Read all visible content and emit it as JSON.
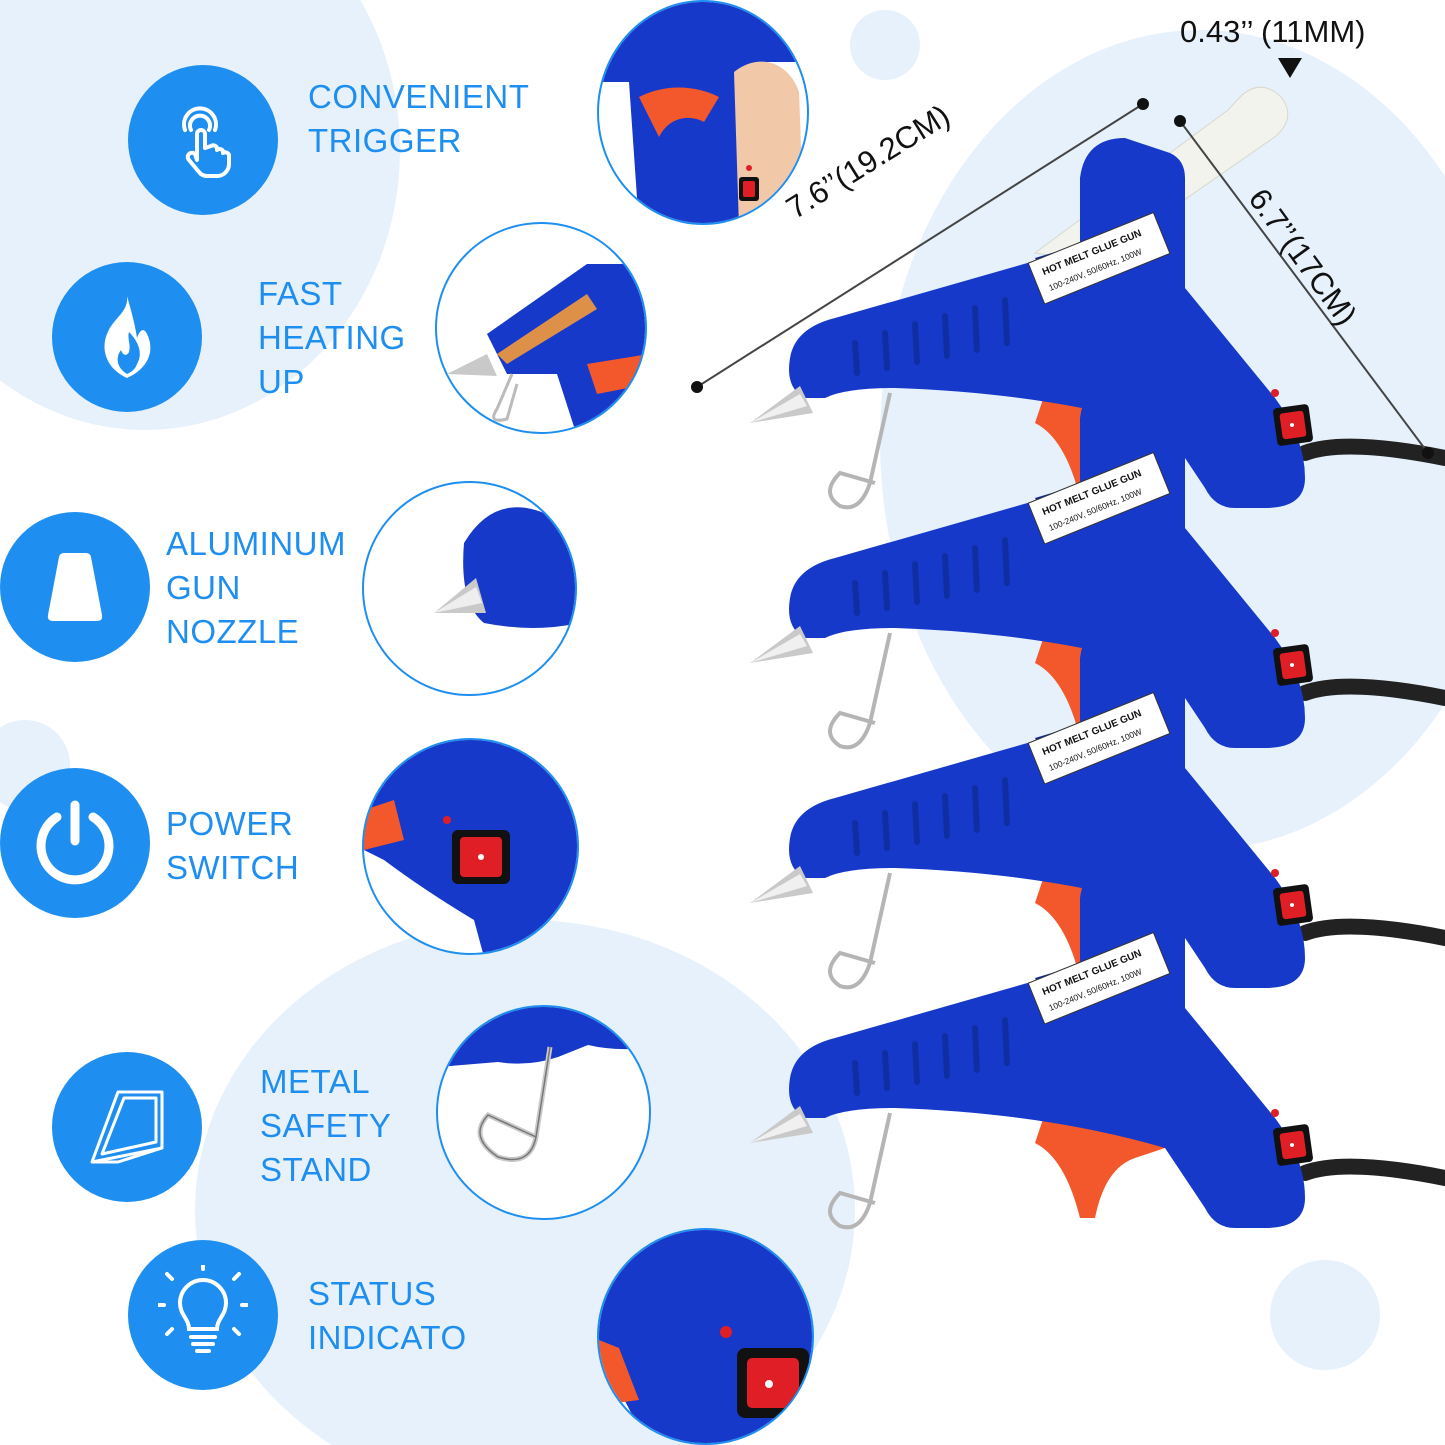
{
  "colors": {
    "accent": "#1e8ff0",
    "gun_blue": "#1739c9",
    "trigger_orange": "#f2582b",
    "switch_red": "#e01e25",
    "background_blob": "#e6f1fb"
  },
  "features": [
    {
      "icon": "touch-hand-icon",
      "lines": [
        "CONVENIENT",
        "TRIGGER"
      ]
    },
    {
      "icon": "flame-icon",
      "lines": [
        "FAST",
        "HEATING",
        "UP"
      ]
    },
    {
      "icon": "nozzle-icon",
      "lines": [
        "ALUMINUM",
        "GUN",
        "NOZZLE"
      ]
    },
    {
      "icon": "power-icon",
      "lines": [
        "POWER",
        "SWITCH"
      ]
    },
    {
      "icon": "stand-icon",
      "lines": [
        "METAL",
        "SAFETY",
        "STAND"
      ]
    },
    {
      "icon": "lightbulb-icon",
      "lines": [
        "STATUS",
        "INDICATO"
      ]
    }
  ],
  "dimensions": {
    "stick_diameter": "0.43’’ (11MM)",
    "length": "7.6’’(19.2CM)",
    "height": "6.7’’(17CM)"
  },
  "gun_label": {
    "line1": "HOT MELT GLUE GUN",
    "line2": "100-240V, 50/60Hz, 100W"
  }
}
